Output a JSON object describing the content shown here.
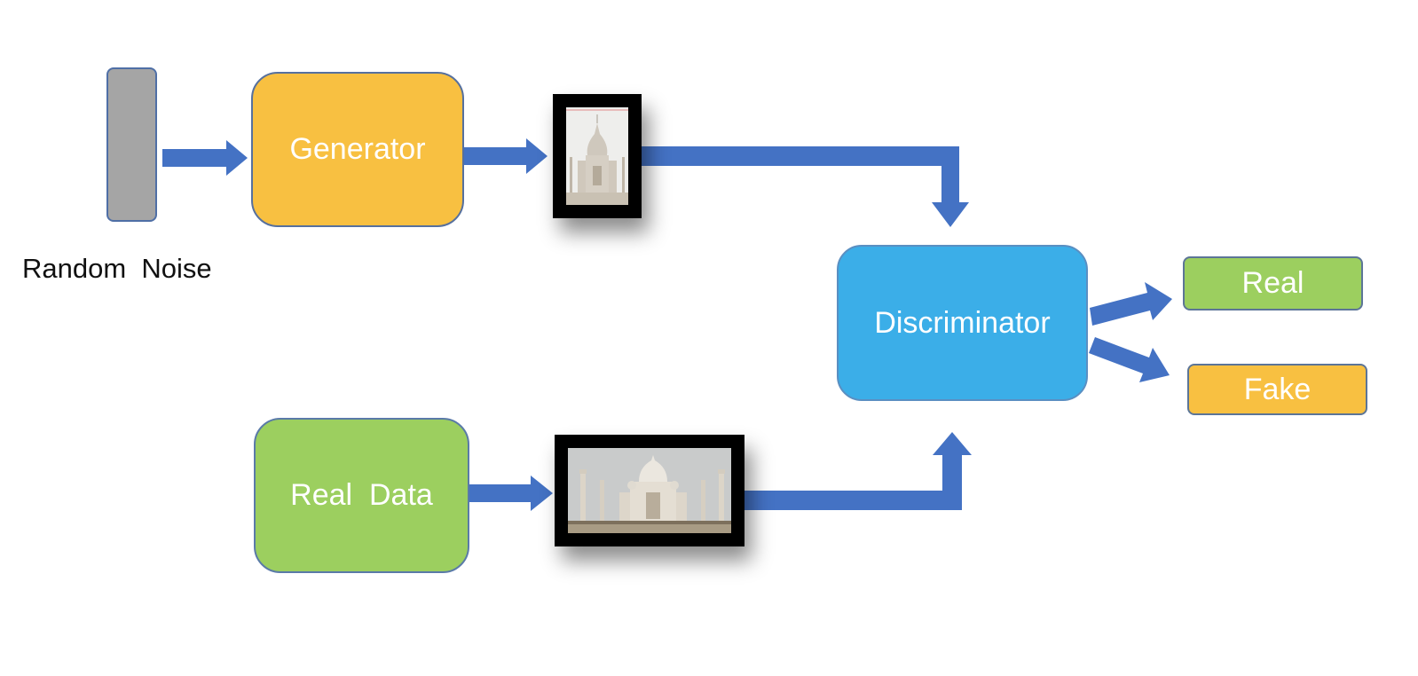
{
  "nodes": {
    "noise_label": "Random  Noise",
    "generator": "Generator",
    "discriminator": "Discriminator",
    "real_data": "Real  Data",
    "output_real": "Real",
    "output_fake": "Fake"
  },
  "colors": {
    "arrow": "#4472c4",
    "generator": "#f8c041",
    "discriminator": "#3baee8",
    "real_data": "#9ccf5f",
    "noise": "#a5a5a5"
  }
}
